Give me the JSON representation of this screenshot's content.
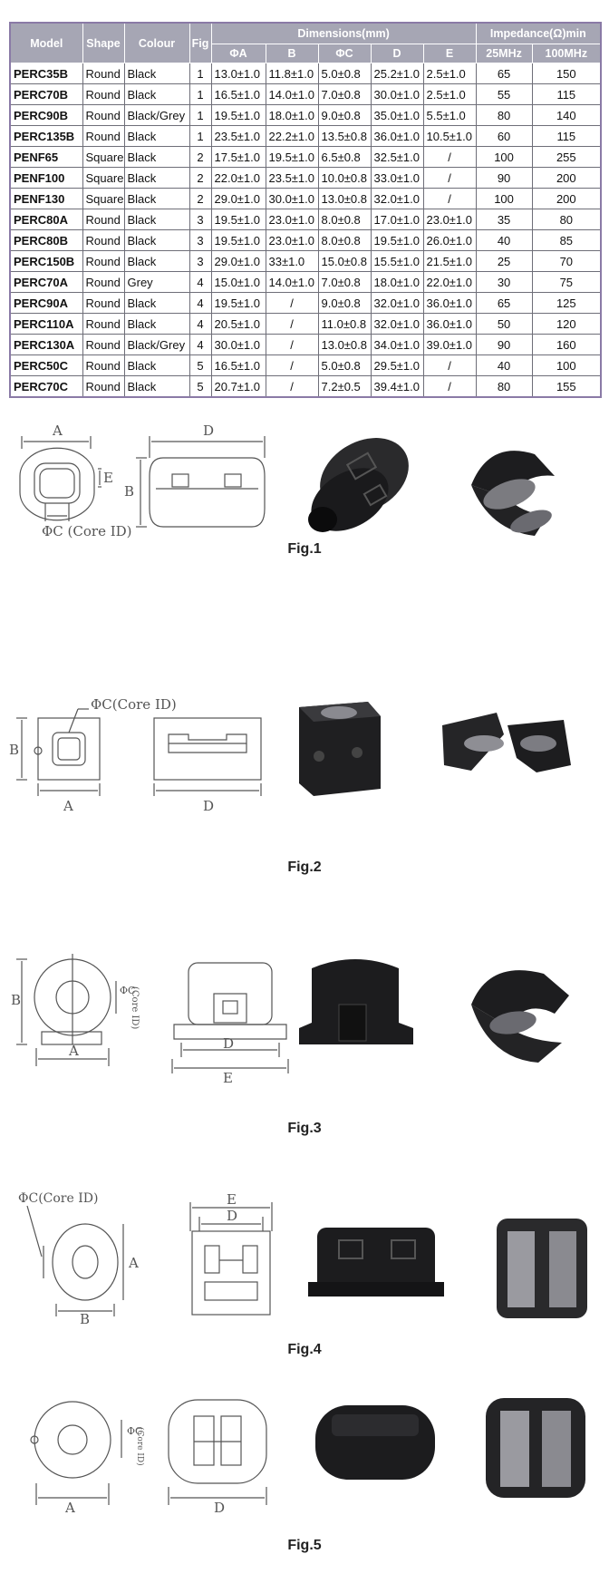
{
  "table": {
    "header_top": {
      "model": "Model",
      "shape": "Shape",
      "colour": "Colour",
      "fig": "Fig",
      "dimensions": "Dimensions(mm)",
      "impedance": "Impedance(Ω)min"
    },
    "header_sub": {
      "a": "ΦA",
      "b": "B",
      "c": "ΦC",
      "d": "D",
      "e": "E",
      "f25": "25MHz",
      "f100": "100MHz"
    },
    "rows": [
      {
        "model": "PERC35B",
        "shape": "Round",
        "colour": "Black",
        "fig": "1",
        "a": "13.0±1.0",
        "b": "11.8±1.0",
        "c": "5.0±0.8",
        "d": "25.2±1.0",
        "e": "2.5±1.0",
        "i25": "65",
        "i100": "150"
      },
      {
        "model": "PERC70B",
        "shape": "Round",
        "colour": "Black",
        "fig": "1",
        "a": "16.5±1.0",
        "b": "14.0±1.0",
        "c": "7.0±0.8",
        "d": "30.0±1.0",
        "e": "2.5±1.0",
        "i25": "55",
        "i100": "115"
      },
      {
        "model": "PERC90B",
        "shape": "Round",
        "colour": "Black/Grey",
        "fig": "1",
        "a": "19.5±1.0",
        "b": "18.0±1.0",
        "c": "9.0±0.8",
        "d": "35.0±1.0",
        "e": "5.5±1.0",
        "i25": "80",
        "i100": "140"
      },
      {
        "model": "PERC135B",
        "shape": "Round",
        "colour": "Black",
        "fig": "1",
        "a": "23.5±1.0",
        "b": "22.2±1.0",
        "c": "13.5±0.8",
        "d": "36.0±1.0",
        "e": "10.5±1.0",
        "i25": "60",
        "i100": "115"
      },
      {
        "model": "PENF65",
        "shape": "Square",
        "colour": "Black",
        "fig": "2",
        "a": "17.5±1.0",
        "b": "19.5±1.0",
        "c": "6.5±0.8",
        "d": "32.5±1.0",
        "e": "/",
        "i25": "100",
        "i100": "255"
      },
      {
        "model": "PENF100",
        "shape": "Square",
        "colour": "Black",
        "fig": "2",
        "a": "22.0±1.0",
        "b": "23.5±1.0",
        "c": "10.0±0.8",
        "d": "33.0±1.0",
        "e": "/",
        "i25": "90",
        "i100": "200"
      },
      {
        "model": "PENF130",
        "shape": "Square",
        "colour": "Black",
        "fig": "2",
        "a": "29.0±1.0",
        "b": "30.0±1.0",
        "c": "13.0±0.8",
        "d": "32.0±1.0",
        "e": "/",
        "i25": "100",
        "i100": "200"
      },
      {
        "model": "PERC80A",
        "shape": "Round",
        "colour": "Black",
        "fig": "3",
        "a": "19.5±1.0",
        "b": "23.0±1.0",
        "c": "8.0±0.8",
        "d": "17.0±1.0",
        "e": "23.0±1.0",
        "i25": "35",
        "i100": "80"
      },
      {
        "model": "PERC80B",
        "shape": "Round",
        "colour": "Black",
        "fig": "3",
        "a": "19.5±1.0",
        "b": "23.0±1.0",
        "c": "8.0±0.8",
        "d": "19.5±1.0",
        "e": "26.0±1.0",
        "i25": "40",
        "i100": "85"
      },
      {
        "model": "PERC150B",
        "shape": "Round",
        "colour": "Black",
        "fig": "3",
        "a": "29.0±1.0",
        "b": "33±1.0",
        "c": "15.0±0.8",
        "d": "15.5±1.0",
        "e": "21.5±1.0",
        "i25": "25",
        "i100": "70"
      },
      {
        "model": "PERC70A",
        "shape": "Round",
        "colour": "Grey",
        "fig": "4",
        "a": "15.0±1.0",
        "b": "14.0±1.0",
        "c": "7.0±0.8",
        "d": "18.0±1.0",
        "e": "22.0±1.0",
        "i25": "30",
        "i100": "75"
      },
      {
        "model": "PERC90A",
        "shape": "Round",
        "colour": "Black",
        "fig": "4",
        "a": "19.5±1.0",
        "b": "/",
        "c": "9.0±0.8",
        "d": "32.0±1.0",
        "e": "36.0±1.0",
        "i25": "65",
        "i100": "125"
      },
      {
        "model": "PERC110A",
        "shape": "Round",
        "colour": "Black",
        "fig": "4",
        "a": "20.5±1.0",
        "b": "/",
        "c": "11.0±0.8",
        "d": "32.0±1.0",
        "e": "36.0±1.0",
        "i25": "50",
        "i100": "120"
      },
      {
        "model": "PERC130A",
        "shape": "Round",
        "colour": "Black/Grey",
        "fig": "4",
        "a": "30.0±1.0",
        "b": "/",
        "c": "13.0±0.8",
        "d": "34.0±1.0",
        "e": "39.0±1.0",
        "i25": "90",
        "i100": "160"
      },
      {
        "model": "PERC50C",
        "shape": "Round",
        "colour": "Black",
        "fig": "5",
        "a": "16.5±1.0",
        "b": "/",
        "c": "5.0±0.8",
        "d": "29.5±1.0",
        "e": "/",
        "i25": "40",
        "i100": "100"
      },
      {
        "model": "PERC70C",
        "shape": "Round",
        "colour": "Black",
        "fig": "5",
        "a": "20.7±1.0",
        "b": "/",
        "c": "7.2±0.5",
        "d": "39.4±1.0",
        "e": "/",
        "i25": "80",
        "i100": "155"
      }
    ]
  },
  "figures": {
    "fig1": {
      "caption": "Fig.1",
      "label_a": "A",
      "label_b": "B",
      "label_d": "D",
      "label_e": "E",
      "label_core": "ΦC  (Core ID)"
    },
    "fig2": {
      "caption": "Fig.2",
      "label_a": "A",
      "label_b": "B",
      "label_d": "D",
      "label_core": "ΦC(Core ID)"
    },
    "fig3": {
      "caption": "Fig.3",
      "label_a": "A",
      "label_b": "B",
      "label_d": "D",
      "label_e": "E",
      "label_c": "ΦC",
      "label_core": "(Core ID)"
    },
    "fig4": {
      "caption": "Fig.4",
      "label_a": "A",
      "label_b": "B",
      "label_d": "D",
      "label_e": "E",
      "label_core": "ΦC(Core ID)"
    },
    "fig5": {
      "caption": "Fig.5",
      "label_a": "A",
      "label_d": "D",
      "label_c": "ΦC",
      "label_core": "(Core ID)"
    }
  },
  "colors": {
    "header_bg": "#a6a6b4",
    "frame": "#8a7aa6",
    "ferrite_black": "#1c1c1e"
  }
}
